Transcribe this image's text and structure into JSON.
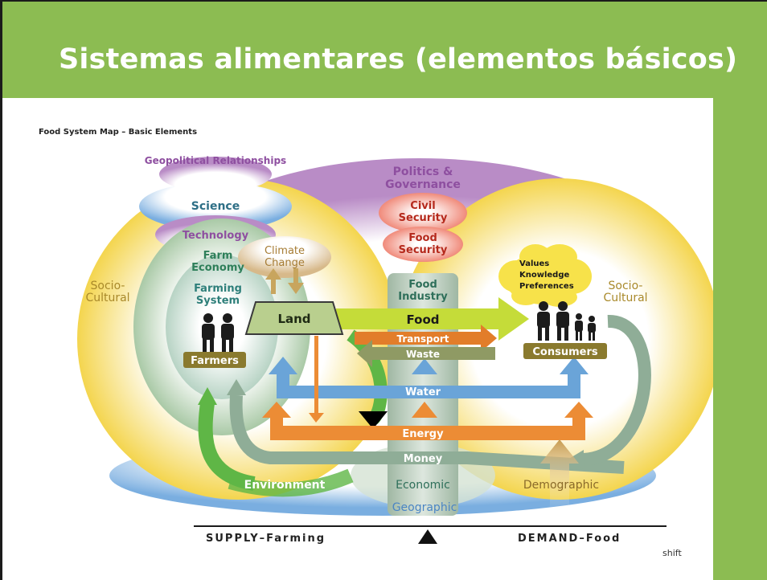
{
  "slide": {
    "title": "Sistemas alimentares (elementos básicos)",
    "accent_color": "#8cbc52"
  },
  "diagram": {
    "heading": "Food System Map – Basic Elements",
    "labels": {
      "geopolitical": "Geopolitical Relationships",
      "politics_1": "Politics &",
      "politics_2": "Governance",
      "civil_1": "Civil",
      "civil_2": "Security",
      "foodsec_1": "Food",
      "foodsec_2": "Security",
      "science": "Science",
      "technology": "Technology",
      "farm_economy_1": "Farm",
      "farm_economy_2": "Economy",
      "climate_1": "Climate",
      "climate_2": "Change",
      "socio_left_1": "Socio-",
      "socio_left_2": "Cultural",
      "socio_right_1": "Socio-",
      "socio_right_2": "Cultural",
      "farming_system_1": "Farming",
      "farming_system_2": "System",
      "land": "Land",
      "food_industry_1": "Food",
      "food_industry_2": "Industry",
      "food": "Food",
      "transport": "Transport",
      "waste": "Waste",
      "values": "Values",
      "knowledge": "Knowledge",
      "preferences": "Preferences",
      "farmers": "Farmers",
      "consumers": "Consumers",
      "water": "Water",
      "energy": "Energy",
      "money": "Money",
      "environment": "Environment",
      "economic": "Economic",
      "demographic": "Demographic",
      "geographic": "Geographic",
      "supply": "SUPPLY–Farming",
      "demand": "DEMAND–Food",
      "logo": "shift"
    },
    "colors": {
      "purple": "#9b57a8",
      "teal": "#2e7f7a",
      "red": "#c0392b",
      "green": "#5fb646",
      "orange": "#ec8c35",
      "blue": "#6aa4d8",
      "olive": "#8a7a2e",
      "yellow": "#f7d64a"
    }
  }
}
